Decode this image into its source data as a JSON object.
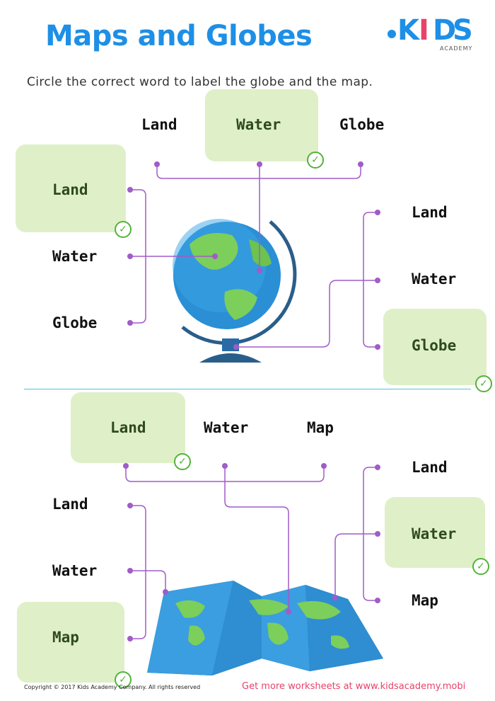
{
  "title": "Maps and Globes",
  "logo": {
    "text_k": "K",
    "text_i": "I",
    "text_d": "D",
    "text_s": "S",
    "subtitle": "ACADEMY"
  },
  "instruction": "Circle the correct word to label the globe and the map.",
  "globe_section": {
    "top_options": [
      "Land",
      "Water",
      "Globe"
    ],
    "left_options": [
      "Land",
      "Water",
      "Globe"
    ],
    "right_options": [
      "Land",
      "Water",
      "Globe"
    ],
    "answers": {
      "top": "Water",
      "left": "Land",
      "right": "Globe"
    }
  },
  "map_section": {
    "top_options": [
      "Land",
      "Water",
      "Map"
    ],
    "left_options": [
      "Land",
      "Water",
      "Map"
    ],
    "right_options": [
      "Land",
      "Water",
      "Map"
    ],
    "answers": {
      "top": "Land",
      "left": "Map",
      "right": "Water"
    }
  },
  "check_symbol": "✓",
  "colors": {
    "title": "#1e8fe6",
    "highlight": "#dff0c8",
    "check": "#52b33a",
    "line": "#a05cc8",
    "footer_link": "#e8426b"
  },
  "footer": {
    "copyright": "Copyright © 2017 Kids Academy Company. All rights reserved",
    "promo": "Get more worksheets at www.kidsacademy.mobi"
  }
}
